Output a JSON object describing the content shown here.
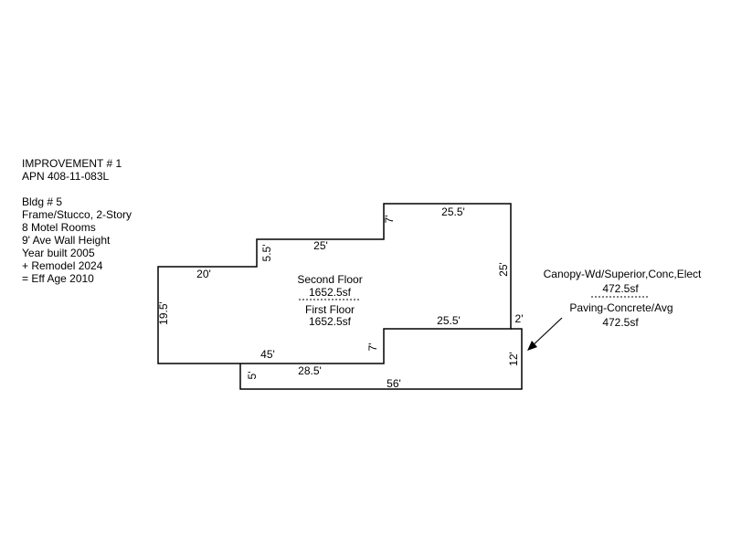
{
  "notes": {
    "header": [
      "IMPROVEMENT # 1",
      "APN 408-11-083L"
    ],
    "details": [
      "Bldg # 5",
      "Frame/Stucco, 2-Story",
      "8 Motel Rooms",
      "9' Ave Wall Height",
      "Year built 2005",
      "+ Remodel 2024",
      "= Eff Age 2010"
    ]
  },
  "building": {
    "upper_name": "Second Floor",
    "upper_area": "1652.5sf",
    "lower_name": "First Floor",
    "lower_area": "1652.5sf"
  },
  "dimensions": {
    "left_top": "20'",
    "left_side": "19.5'",
    "step_mid": "5.5'",
    "mid_top": "25'",
    "step_top": "7'",
    "top_right": "25.5'",
    "right_side": "25'",
    "inner_horizontal": "25.5'",
    "inner_step": "7'",
    "main_bottom": "45'",
    "paving_step": "5'",
    "paving_inner": "28.5'",
    "paving_bottom": "56'",
    "paving_right": "12'",
    "paving_corner": "2'"
  },
  "canopy": {
    "label": "Canopy-Wd/Superior,Conc,Elect",
    "area": "472.5sf"
  },
  "paving": {
    "label": "Paving-Concrete/Avg",
    "area": "472.5sf"
  }
}
